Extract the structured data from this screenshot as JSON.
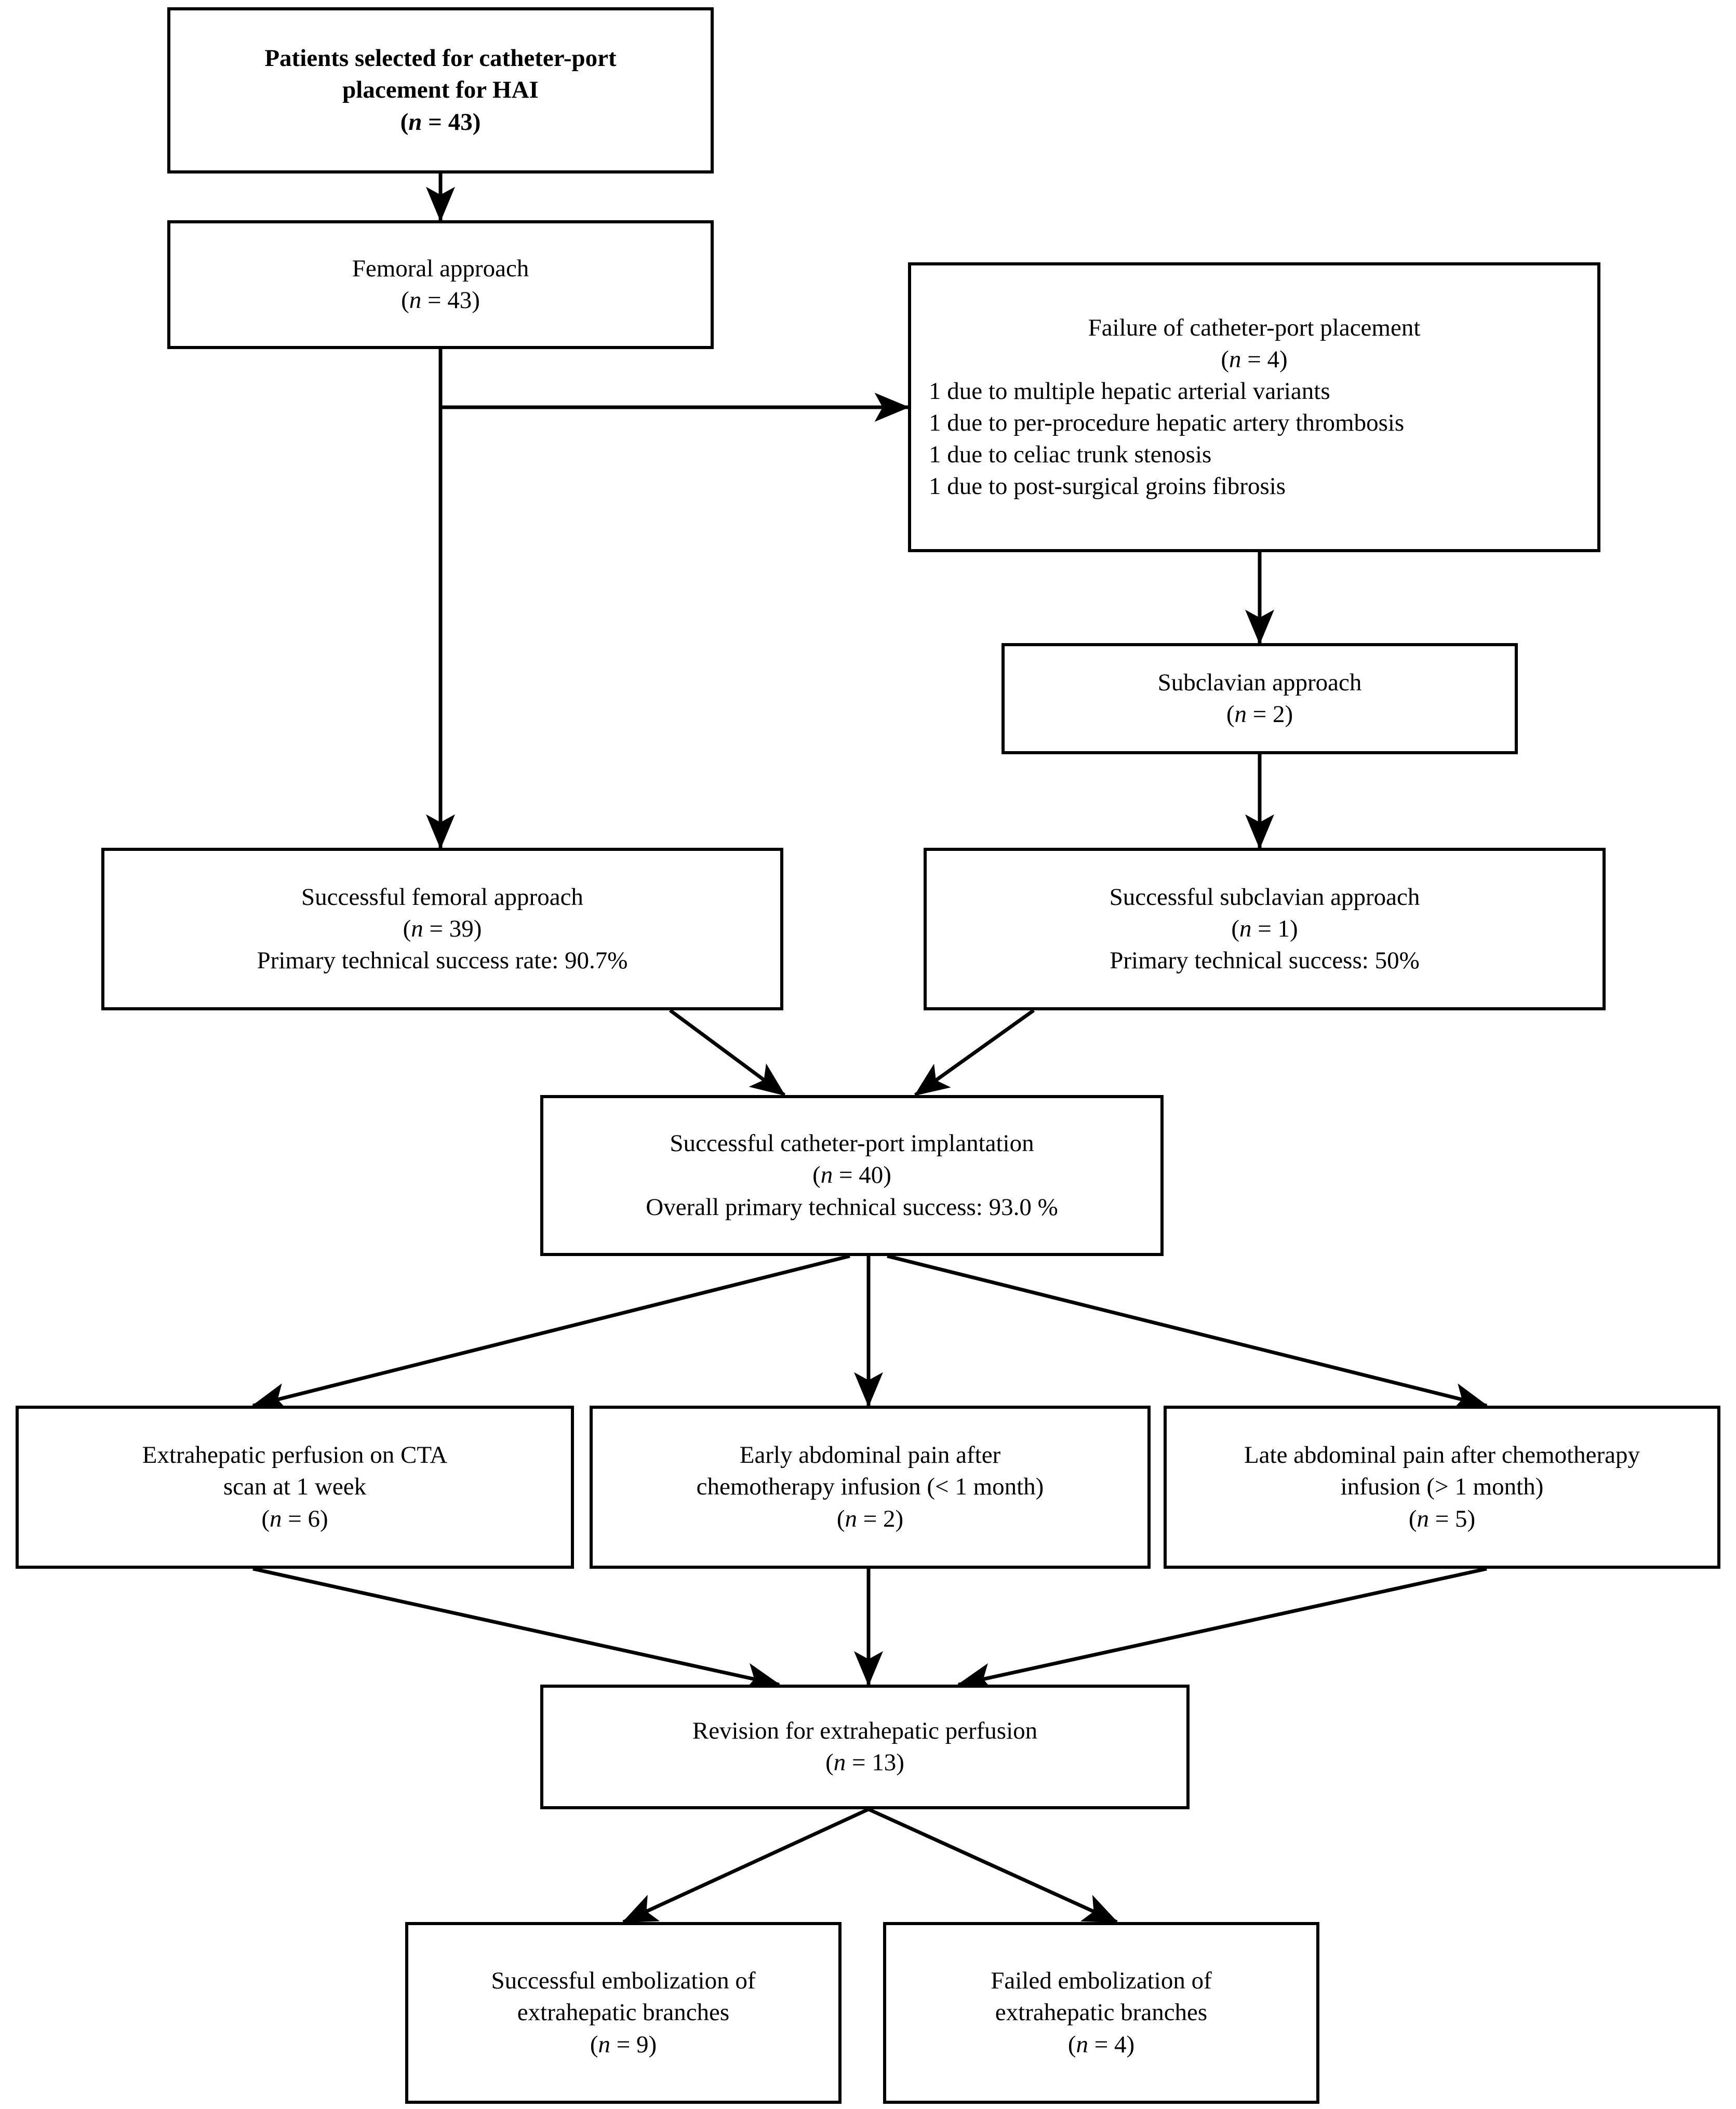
{
  "figure": {
    "type": "flowchart",
    "orientation": "top-to-bottom",
    "background_color": "#ffffff",
    "line_color": "#000000"
  },
  "nodes": {
    "selected": {
      "id": "patients-selected",
      "lines": [
        "Patients selected for catheter-port",
        "placement for HAI",
        "(n = 43)"
      ],
      "bold": true,
      "n": 43
    },
    "femoral": {
      "id": "femoral-approach",
      "lines": [
        "Femoral approach",
        "(n = 43)"
      ],
      "n": 43
    },
    "failure": {
      "id": "failure-of-placement",
      "title": "Failure of catheter-port placement",
      "count_label": "(n = 4)",
      "n": 4,
      "reasons": [
        "1 due to multiple hepatic arterial variants",
        "1 due to per-procedure hepatic artery thrombosis",
        "1 due to celiac trunk stenosis",
        "1 due to post-surgical groins fibrosis"
      ]
    },
    "subclavian": {
      "id": "subclavian-approach",
      "lines": [
        "Subclavian approach",
        "(n = 2)"
      ],
      "n": 2
    },
    "successful_femoral": {
      "id": "successful-femoral-approach",
      "lines": [
        "Successful femoral approach",
        "(n = 39)",
        "Primary technical success rate: 90.7%"
      ],
      "n": 39,
      "success_rate": "90.7%"
    },
    "successful_subclavian": {
      "id": "successful-subclavian-approach",
      "lines": [
        "Successful subclavian approach",
        "(n = 1)",
        "Primary technical success: 50%"
      ],
      "n": 1,
      "success_rate": "50%"
    },
    "implantation": {
      "id": "successful-implantation",
      "lines": [
        "Successful catheter-port implantation",
        "(n = 40)",
        "Overall primary technical success: 93.0 %"
      ],
      "n": 40,
      "success_rate": "93.0 %"
    },
    "extrahepatic_cta": {
      "id": "extrahepatic-perfusion-cta",
      "lines": [
        "Extrahepatic perfusion on CTA",
        "scan at 1 week",
        "(n = 6)"
      ],
      "n": 6
    },
    "early_pain": {
      "id": "early-abdominal-pain",
      "lines": [
        "Early abdominal pain after",
        "chemotherapy infusion (< 1 month)",
        "(n = 2)"
      ],
      "n": 2
    },
    "late_pain": {
      "id": "late-abdominal-pain",
      "lines": [
        "Late abdominal pain after chemotherapy",
        "infusion (> 1 month)",
        "(n = 5)"
      ],
      "n": 5
    },
    "revision": {
      "id": "revision-for-extrahepatic-perfusion",
      "lines": [
        "Revision for extrahepatic perfusion",
        "(n = 13)"
      ],
      "n": 13
    },
    "successful_embolization": {
      "id": "successful-embolization",
      "lines": [
        "Successful embolization of",
        "extrahepatic branches",
        "(n = 9)"
      ],
      "n": 9
    },
    "failed_embolization": {
      "id": "failed-embolization",
      "lines": [
        "Failed embolization of",
        "extrahepatic branches",
        "(n = 4)"
      ],
      "n": 4
    }
  },
  "edges": [
    {
      "from": "patients-selected",
      "to": "femoral-approach",
      "style": "vertical-arrow"
    },
    {
      "from": "femoral-approach",
      "to": "failure-of-placement",
      "style": "elbow-right-arrow"
    },
    {
      "from": "femoral-approach",
      "to": "successful-femoral-approach",
      "style": "vertical-arrow"
    },
    {
      "from": "failure-of-placement",
      "to": "subclavian-approach",
      "style": "vertical-arrow"
    },
    {
      "from": "subclavian-approach",
      "to": "successful-subclavian-approach",
      "style": "vertical-arrow"
    },
    {
      "from": "successful-femoral-approach",
      "to": "successful-implantation",
      "style": "diagonal-arrow"
    },
    {
      "from": "successful-subclavian-approach",
      "to": "successful-implantation",
      "style": "diagonal-arrow"
    },
    {
      "from": "successful-implantation",
      "to": "extrahepatic-perfusion-cta",
      "style": "diagonal-arrow"
    },
    {
      "from": "successful-implantation",
      "to": "early-abdominal-pain",
      "style": "vertical-arrow"
    },
    {
      "from": "successful-implantation",
      "to": "late-abdominal-pain",
      "style": "diagonal-arrow"
    },
    {
      "from": "extrahepatic-perfusion-cta",
      "to": "revision-for-extrahepatic-perfusion",
      "style": "diagonal-arrow"
    },
    {
      "from": "early-abdominal-pain",
      "to": "revision-for-extrahepatic-perfusion",
      "style": "vertical-arrow"
    },
    {
      "from": "late-abdominal-pain",
      "to": "revision-for-extrahepatic-perfusion",
      "style": "diagonal-arrow"
    },
    {
      "from": "revision-for-extrahepatic-perfusion",
      "to": "successful-embolization",
      "style": "diagonal-arrow"
    },
    {
      "from": "revision-for-extrahepatic-perfusion",
      "to": "failed-embolization",
      "style": "diagonal-arrow"
    }
  ]
}
